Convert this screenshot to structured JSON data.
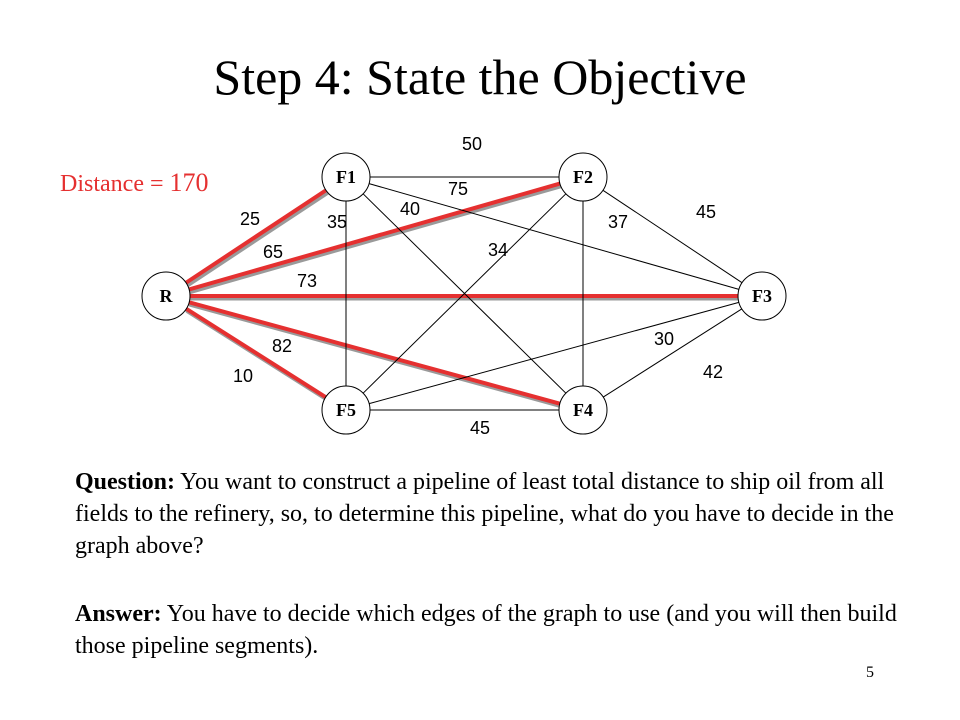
{
  "slide": {
    "title": "Step 4: State the Objective",
    "page_number": "5"
  },
  "distance": {
    "label": "Distance =",
    "value": "170",
    "color": "#e53030"
  },
  "graph": {
    "nodes": [
      {
        "id": "R",
        "label": "R"
      },
      {
        "id": "F1",
        "label": "F1"
      },
      {
        "id": "F2",
        "label": "F2"
      },
      {
        "id": "F3",
        "label": "F3"
      },
      {
        "id": "F4",
        "label": "F4"
      },
      {
        "id": "F5",
        "label": "F5"
      }
    ],
    "edges": [
      {
        "from": "R",
        "to": "F1",
        "weight": "25",
        "selected": true
      },
      {
        "from": "R",
        "to": "F2",
        "weight": "65",
        "selected": true
      },
      {
        "from": "R",
        "to": "F3",
        "weight": "73",
        "selected": true
      },
      {
        "from": "R",
        "to": "F4",
        "weight": "82",
        "selected": true
      },
      {
        "from": "R",
        "to": "F5",
        "weight": "10",
        "selected": true
      },
      {
        "from": "F1",
        "to": "F2",
        "weight": "50",
        "selected": false
      },
      {
        "from": "F1",
        "to": "F3",
        "weight": "75",
        "selected": false
      },
      {
        "from": "F1",
        "to": "F4",
        "weight": "40",
        "selected": false
      },
      {
        "from": "F1",
        "to": "F5",
        "weight": "35",
        "selected": false
      },
      {
        "from": "F2",
        "to": "F3",
        "weight": "45",
        "selected": false
      },
      {
        "from": "F2",
        "to": "F4",
        "weight": "37",
        "selected": false
      },
      {
        "from": "F2",
        "to": "F5",
        "weight": "34",
        "selected": false
      },
      {
        "from": "F3",
        "to": "F4",
        "weight": "42",
        "selected": false
      },
      {
        "from": "F3",
        "to": "F5",
        "weight": "30",
        "selected": false
      },
      {
        "from": "F4",
        "to": "F5",
        "weight": "45",
        "selected": false
      }
    ],
    "selected_edge_color": "#e53030"
  },
  "question": {
    "label": "Question:",
    "text": " You want to construct a pipeline of least total distance to ship oil from all fields to the refinery, so, to determine this pipeline, what do you have to decide in the graph above?"
  },
  "answer": {
    "label": "Answer:",
    "text": " You have to decide which edges of the graph to use (and you will then build those pipeline segments)."
  }
}
